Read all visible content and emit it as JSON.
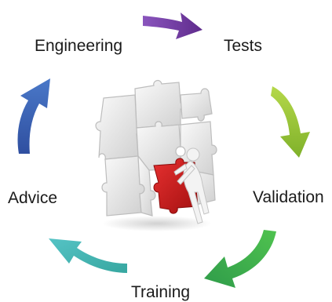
{
  "cycle": {
    "steps": [
      {
        "label": "Engineering"
      },
      {
        "label": "Tests"
      },
      {
        "label": "Validation"
      },
      {
        "label": "Training"
      },
      {
        "label": "Advice"
      }
    ],
    "arrow_colors": {
      "engineering_to_tests": "#7a3fa8",
      "tests_to_validation": "#9ac53a",
      "validation_to_training": "#3aa24a",
      "training_to_advice": "#3fb3b0",
      "advice_to_engineering": "#3f63b3"
    }
  },
  "illustration": {
    "icon": "puzzle-wall-with-figure-icon",
    "colors": {
      "puzzle": "#e9e9e9",
      "piece": "#d11a1a",
      "figure": "#f2f2f2"
    }
  }
}
